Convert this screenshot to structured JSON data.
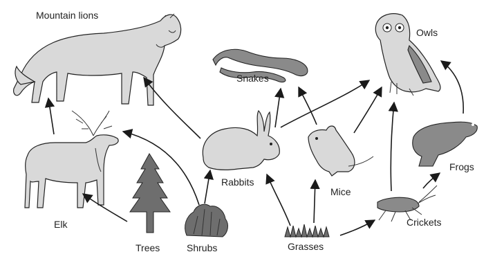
{
  "organisms": {
    "mountain_lions": "Mountain lions",
    "elk": "Elk",
    "trees": "Trees",
    "shrubs": "Shrubs",
    "rabbits": "Rabbits",
    "snakes": "Snakes",
    "mice": "Mice",
    "grasses": "Grasses",
    "owls": "Owls",
    "frogs": "Frogs",
    "crickets": "Crickets"
  },
  "links": [
    {
      "from": "Elk",
      "to": "Mountain lions"
    },
    {
      "from": "Rabbits",
      "to": "Mountain lions"
    },
    {
      "from": "Trees",
      "to": "Elk"
    },
    {
      "from": "Shrubs",
      "to": "Elk"
    },
    {
      "from": "Shrubs",
      "to": "Rabbits"
    },
    {
      "from": "Grasses",
      "to": "Rabbits"
    },
    {
      "from": "Rabbits",
      "to": "Snakes"
    },
    {
      "from": "Rabbits",
      "to": "Owls"
    },
    {
      "from": "Mice",
      "to": "Snakes"
    },
    {
      "from": "Mice",
      "to": "Owls"
    },
    {
      "from": "Grasses",
      "to": "Mice"
    },
    {
      "from": "Grasses",
      "to": "Crickets"
    },
    {
      "from": "Crickets",
      "to": "Owls"
    },
    {
      "from": "Crickets",
      "to": "Frogs"
    },
    {
      "from": "Frogs",
      "to": "Owls"
    }
  ]
}
